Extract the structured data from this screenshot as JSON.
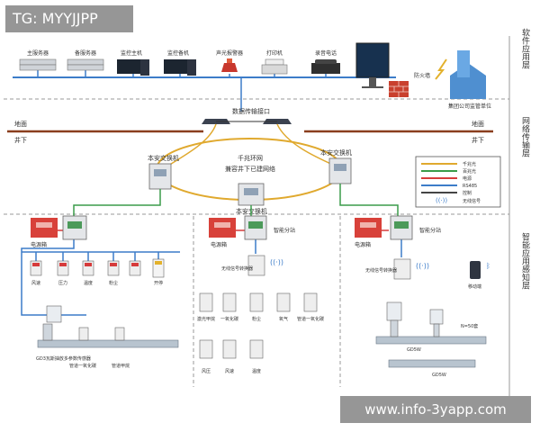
{
  "watermarks": {
    "top": "TG: MYYJJPP",
    "bottom": "www.info-3yapp.com"
  },
  "layers": {
    "software": "软件应用层",
    "network": "网络传输层",
    "perception": "智能应用感知层"
  },
  "top_devices": [
    "主服务器",
    "备服务器",
    "监控主机",
    "监控备机",
    "声光报警器",
    "打印机",
    "录音电话"
  ],
  "firewall": "防火墙",
  "supervisor": "集团公司监管单位",
  "data_interface": "数据传输接口",
  "ground": {
    "left": "地面",
    "right": "地面"
  },
  "underground": {
    "left": "井下",
    "right": "井下"
  },
  "ring": {
    "left_switch": "本安交换机",
    "right_switch": "本安交换机",
    "bottom_switch": "本安交换机",
    "caption_line1": "千兆环网",
    "caption_line2": "兼容井下已建网络"
  },
  "legend": [
    {
      "label": "千兆光",
      "color": "#e0a92e"
    },
    {
      "label": "百兆光",
      "color": "#3a9c4a"
    },
    {
      "label": "电源",
      "color": "#d63b3b"
    },
    {
      "label": "RS485",
      "color": "#3c7cc9"
    },
    {
      "label": "控制",
      "color": "#444444"
    },
    {
      "label": "无线信号",
      "color": "#3c7cc9"
    }
  ],
  "zone1": {
    "power_box": "电源箱",
    "sensors": [
      "风速",
      "压力",
      "温度",
      "粉尘",
      "开停"
    ],
    "flowmeter": "GD3瓦斯抽放多参数传感器",
    "pipe_labels": [
      "管道一氧化碳",
      "管道甲烷"
    ]
  },
  "zone2": {
    "power_box": "电源箱",
    "substation": "智能分站",
    "wireless": "无线信号转换器",
    "row1": [
      "激光甲烷",
      "一氧化碳",
      "粉尘",
      "氧气",
      "管道一氧化碳"
    ],
    "row2": [
      "风压",
      "风速",
      "温度"
    ]
  },
  "zone3": {
    "power_box": "电源箱",
    "substation": "智能分站",
    "wireless": "无线信号转换器",
    "mobile": "移动端",
    "count": "N=50套",
    "pipe_labels": [
      "GD5W",
      "GD5W"
    ]
  }
}
